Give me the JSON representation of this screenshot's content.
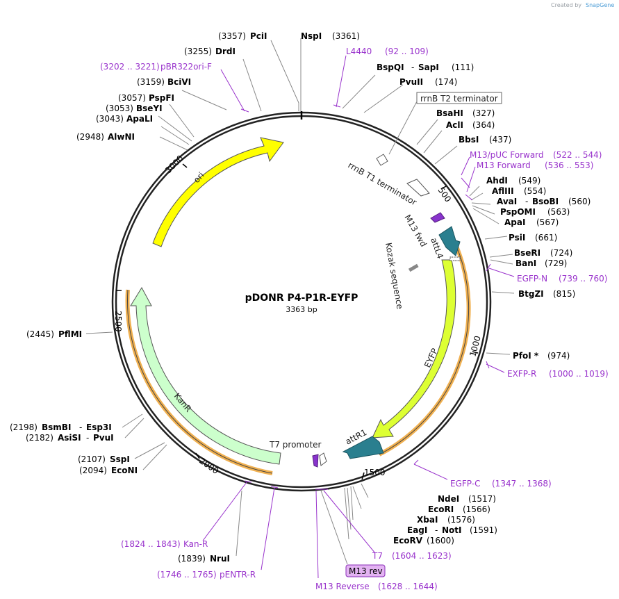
{
  "credit": {
    "prefix": "Created by",
    "brand": "SnapGene"
  },
  "plasmid": {
    "name": "pDONR P4-P1R-EYFP",
    "length": "3363 bp"
  },
  "ticks": [
    "500",
    "1000",
    "1500",
    "2000",
    "2500",
    "3000"
  ],
  "sites": [
    {
      "pos": "(3357)",
      "name": "PciI"
    },
    {
      "name": "NspI",
      "pos": "(3361)"
    },
    {
      "pos": "(3255)",
      "name": "DrdI"
    },
    {
      "pos": "(3159)",
      "name": "BciVI"
    },
    {
      "pos": "(3057)",
      "name": "PspFI"
    },
    {
      "pos": "(3053)",
      "name": "BseYI"
    },
    {
      "pos": "(3043)",
      "name": "ApaLI"
    },
    {
      "pos": "(2948)",
      "name": "AlwNI"
    },
    {
      "name": "BspQI",
      "name2": "SapI",
      "pos": "(111)"
    },
    {
      "name": "PvuII",
      "pos": "(174)"
    },
    {
      "name": "BsaHI",
      "pos": "(327)"
    },
    {
      "name": "AclI",
      "pos": "(364)"
    },
    {
      "name": "BbsI",
      "pos": "(437)"
    },
    {
      "name": "AhdI",
      "pos": "(549)"
    },
    {
      "name": "AflIII",
      "pos": "(554)"
    },
    {
      "name": "AvaI",
      "name2": "BsoBI",
      "pos": "(560)"
    },
    {
      "name": "PspOMI",
      "pos": "(563)"
    },
    {
      "name": "ApaI",
      "pos": "(567)"
    },
    {
      "name": "PsiI",
      "pos": "(661)"
    },
    {
      "name": "BseRI",
      "pos": "(724)"
    },
    {
      "name": "BanI",
      "pos": "(729)"
    },
    {
      "name": "BtgZI",
      "pos": "(815)"
    },
    {
      "name": "PfoI *",
      "pos": "(974)"
    },
    {
      "pos": "(2445)",
      "name": "PflMI"
    },
    {
      "pos": "(2198)",
      "name": "BsmBI",
      "name2": "Esp3I"
    },
    {
      "pos": "(2182)",
      "name": "AsiSI",
      "name2": "PvuI"
    },
    {
      "pos": "(2107)",
      "name": "SspI"
    },
    {
      "pos": "(2094)",
      "name": "EcoNI"
    },
    {
      "pos": "(1839)",
      "name": "NruI"
    },
    {
      "name": "NdeI",
      "pos": "(1517)"
    },
    {
      "name": "EcoRI",
      "pos": "(1566)"
    },
    {
      "name": "XbaI",
      "pos": "(1576)"
    },
    {
      "name": "EagI",
      "name2": "NotI",
      "pos": "(1591)"
    },
    {
      "name": "EcoRV",
      "pos": "(1600)"
    }
  ],
  "primers": [
    {
      "name": "L4440",
      "range": "(92 .. 109)"
    },
    {
      "range": "(3202 .. 3221)",
      "name": "pBR322ori-F"
    },
    {
      "name": "M13/pUC Forward",
      "range": "(522 .. 544)"
    },
    {
      "name": "M13 Forward",
      "range": "(536 .. 553)"
    },
    {
      "name": "EGFP-N",
      "range": "(739 .. 760)"
    },
    {
      "name": "EXFP-R",
      "range": "(1000 .. 1019)"
    },
    {
      "name": "EGFP-C",
      "range": "(1347 .. 1368)"
    },
    {
      "name": "T7",
      "range": "(1604 .. 1623)"
    },
    {
      "name": "M13 rev"
    },
    {
      "name": "M13 Reverse",
      "range": "(1628 .. 1644)"
    },
    {
      "range": "(1824 .. 1843)",
      "name": "Kan-R"
    },
    {
      "range": "(1746 .. 1765)",
      "name": "pENTR-R"
    }
  ],
  "features": {
    "rrnB_T2": "rrnB T2 terminator",
    "rrnB_T1": "rrnB T1 terminator",
    "M13_fwd": "M13 fwd",
    "attL4": "attL4",
    "kozak": "Kozak sequence",
    "EYFP": "EYFP",
    "attR1": "attR1",
    "T7_promoter": "T7 promoter",
    "KanR": "KanR",
    "ori": "ori"
  },
  "colors": {
    "ori": "#ffff00",
    "EYFP": "#ddff33",
    "KanR": "#ccffcc",
    "att": "#2a7f8f",
    "orf_band": "#f0b050",
    "primer": "#9933cc"
  }
}
